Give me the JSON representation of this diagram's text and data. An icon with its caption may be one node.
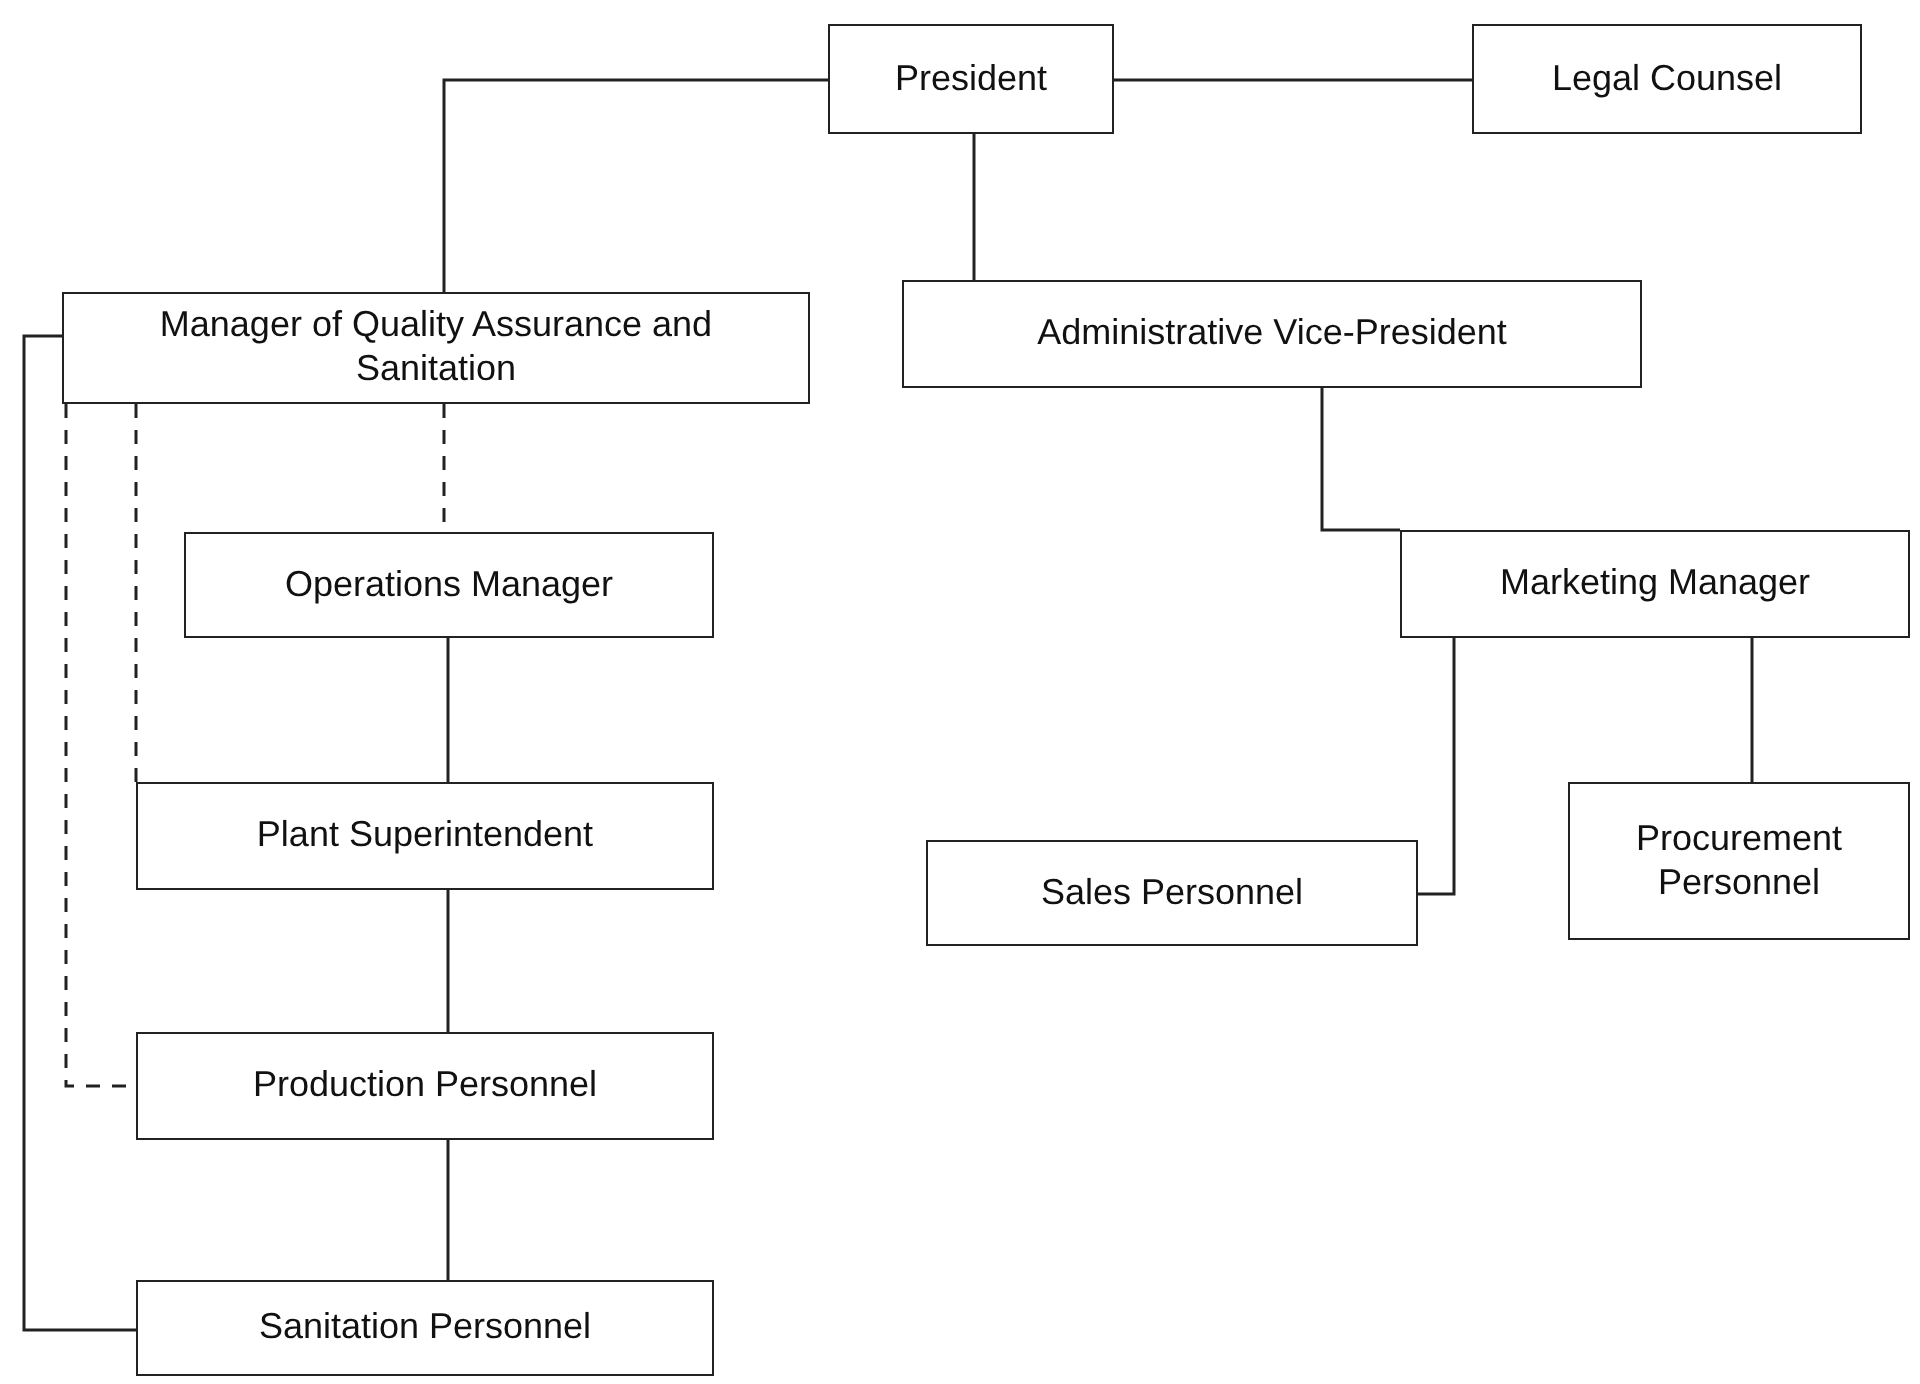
{
  "diagram": {
    "nodes": [
      {
        "text": [
          "President"
        ]
      },
      {
        "text": [
          "Legal Counsel"
        ]
      },
      {
        "text": [
          "Manager of Quality Assurance and Sanitation"
        ]
      },
      {
        "text": [
          "Administrative Vice-President"
        ]
      },
      {
        "text": [
          "Operations Manager"
        ]
      },
      {
        "text": [
          "Plant Superintendent"
        ]
      },
      {
        "text": [
          "Production Personnel"
        ]
      },
      {
        "text": [
          "Sanitation Personnel"
        ]
      },
      {
        "text": [
          "Marketing Manager"
        ]
      },
      {
        "text": [
          "Sales Personnel"
        ]
      },
      {
        "text": [
          "Procurement Personnel"
        ]
      }
    ],
    "edges": [
      {
        "from": 0,
        "to": 1,
        "arrow": "none"
      },
      {
        "from": 0,
        "to": 2,
        "arrow": "none"
      },
      {
        "from": 0,
        "to": 3,
        "arrow": "none"
      },
      {
        "from": 3,
        "to": 8,
        "arrow": "none"
      },
      {
        "from": 8,
        "to": 9,
        "arrow": "none"
      },
      {
        "from": 8,
        "to": 10,
        "arrow": "none"
      },
      {
        "from": 2,
        "to": 4,
        "arrow": "none",
        "style": "dashed"
      },
      {
        "from": 2,
        "to": 5,
        "arrow": "none",
        "style": "dashed"
      },
      {
        "from": 2,
        "to": 6,
        "arrow": "none",
        "style": "dashed"
      },
      {
        "from": 2,
        "to": 7,
        "arrow": "none"
      },
      {
        "from": 4,
        "to": 5,
        "arrow": "none"
      },
      {
        "from": 5,
        "to": 6,
        "arrow": "none"
      },
      {
        "from": 6,
        "to": 7,
        "arrow": "none"
      }
    ]
  }
}
